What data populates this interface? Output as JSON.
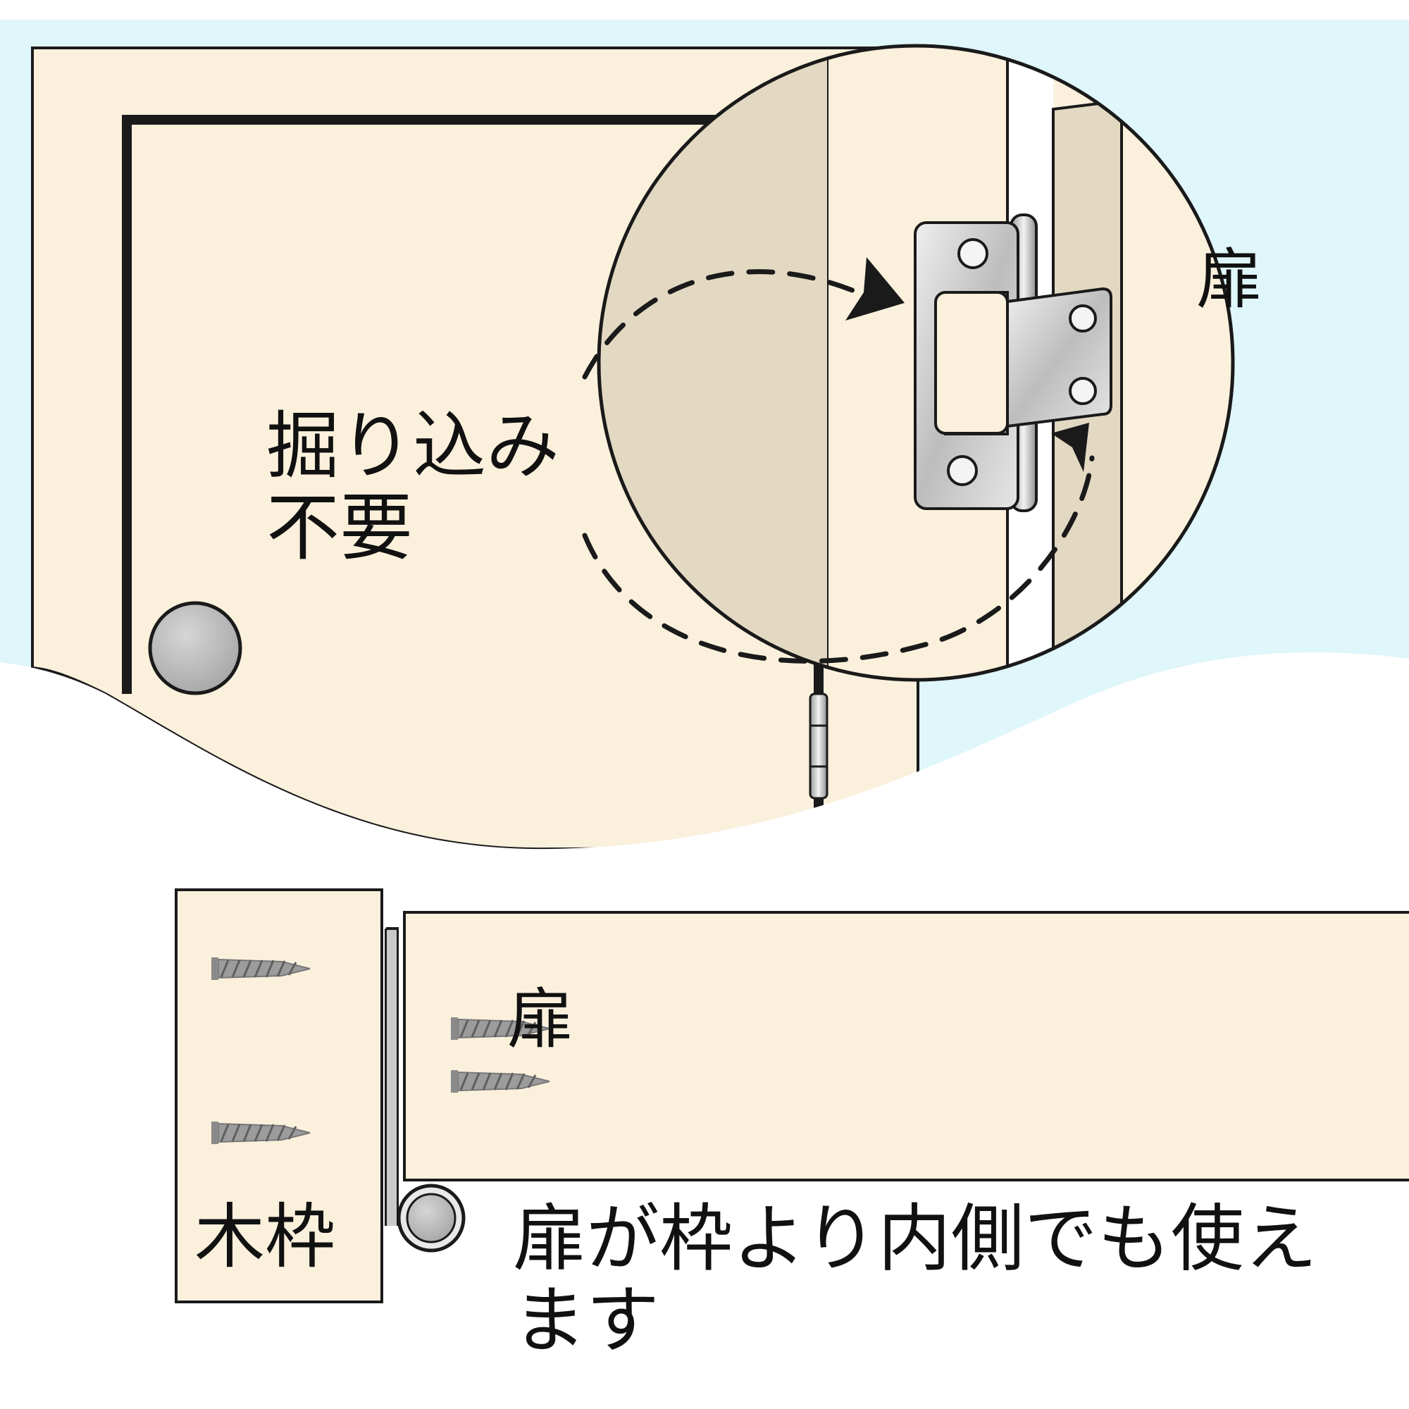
{
  "labels": {
    "no_mortise": "掘り込み\n不要",
    "door_top": "扉",
    "door_bottom": "扉",
    "frame": "木枠",
    "inside_frame": "扉が枠より内側でも使えます"
  },
  "colors": {
    "sky": "#dff6fb",
    "wood": "#faf0dc",
    "wood_shade": "#e3d9c3",
    "outline": "#1a1a1a",
    "metal": "#c9c9c9",
    "knob": "#b4b4b4"
  },
  "icons": {
    "arrow": "dashed-curved-arrow-icon",
    "hinge": "hinge-icon",
    "screw": "screw-icon",
    "knob": "door-knob-icon"
  }
}
